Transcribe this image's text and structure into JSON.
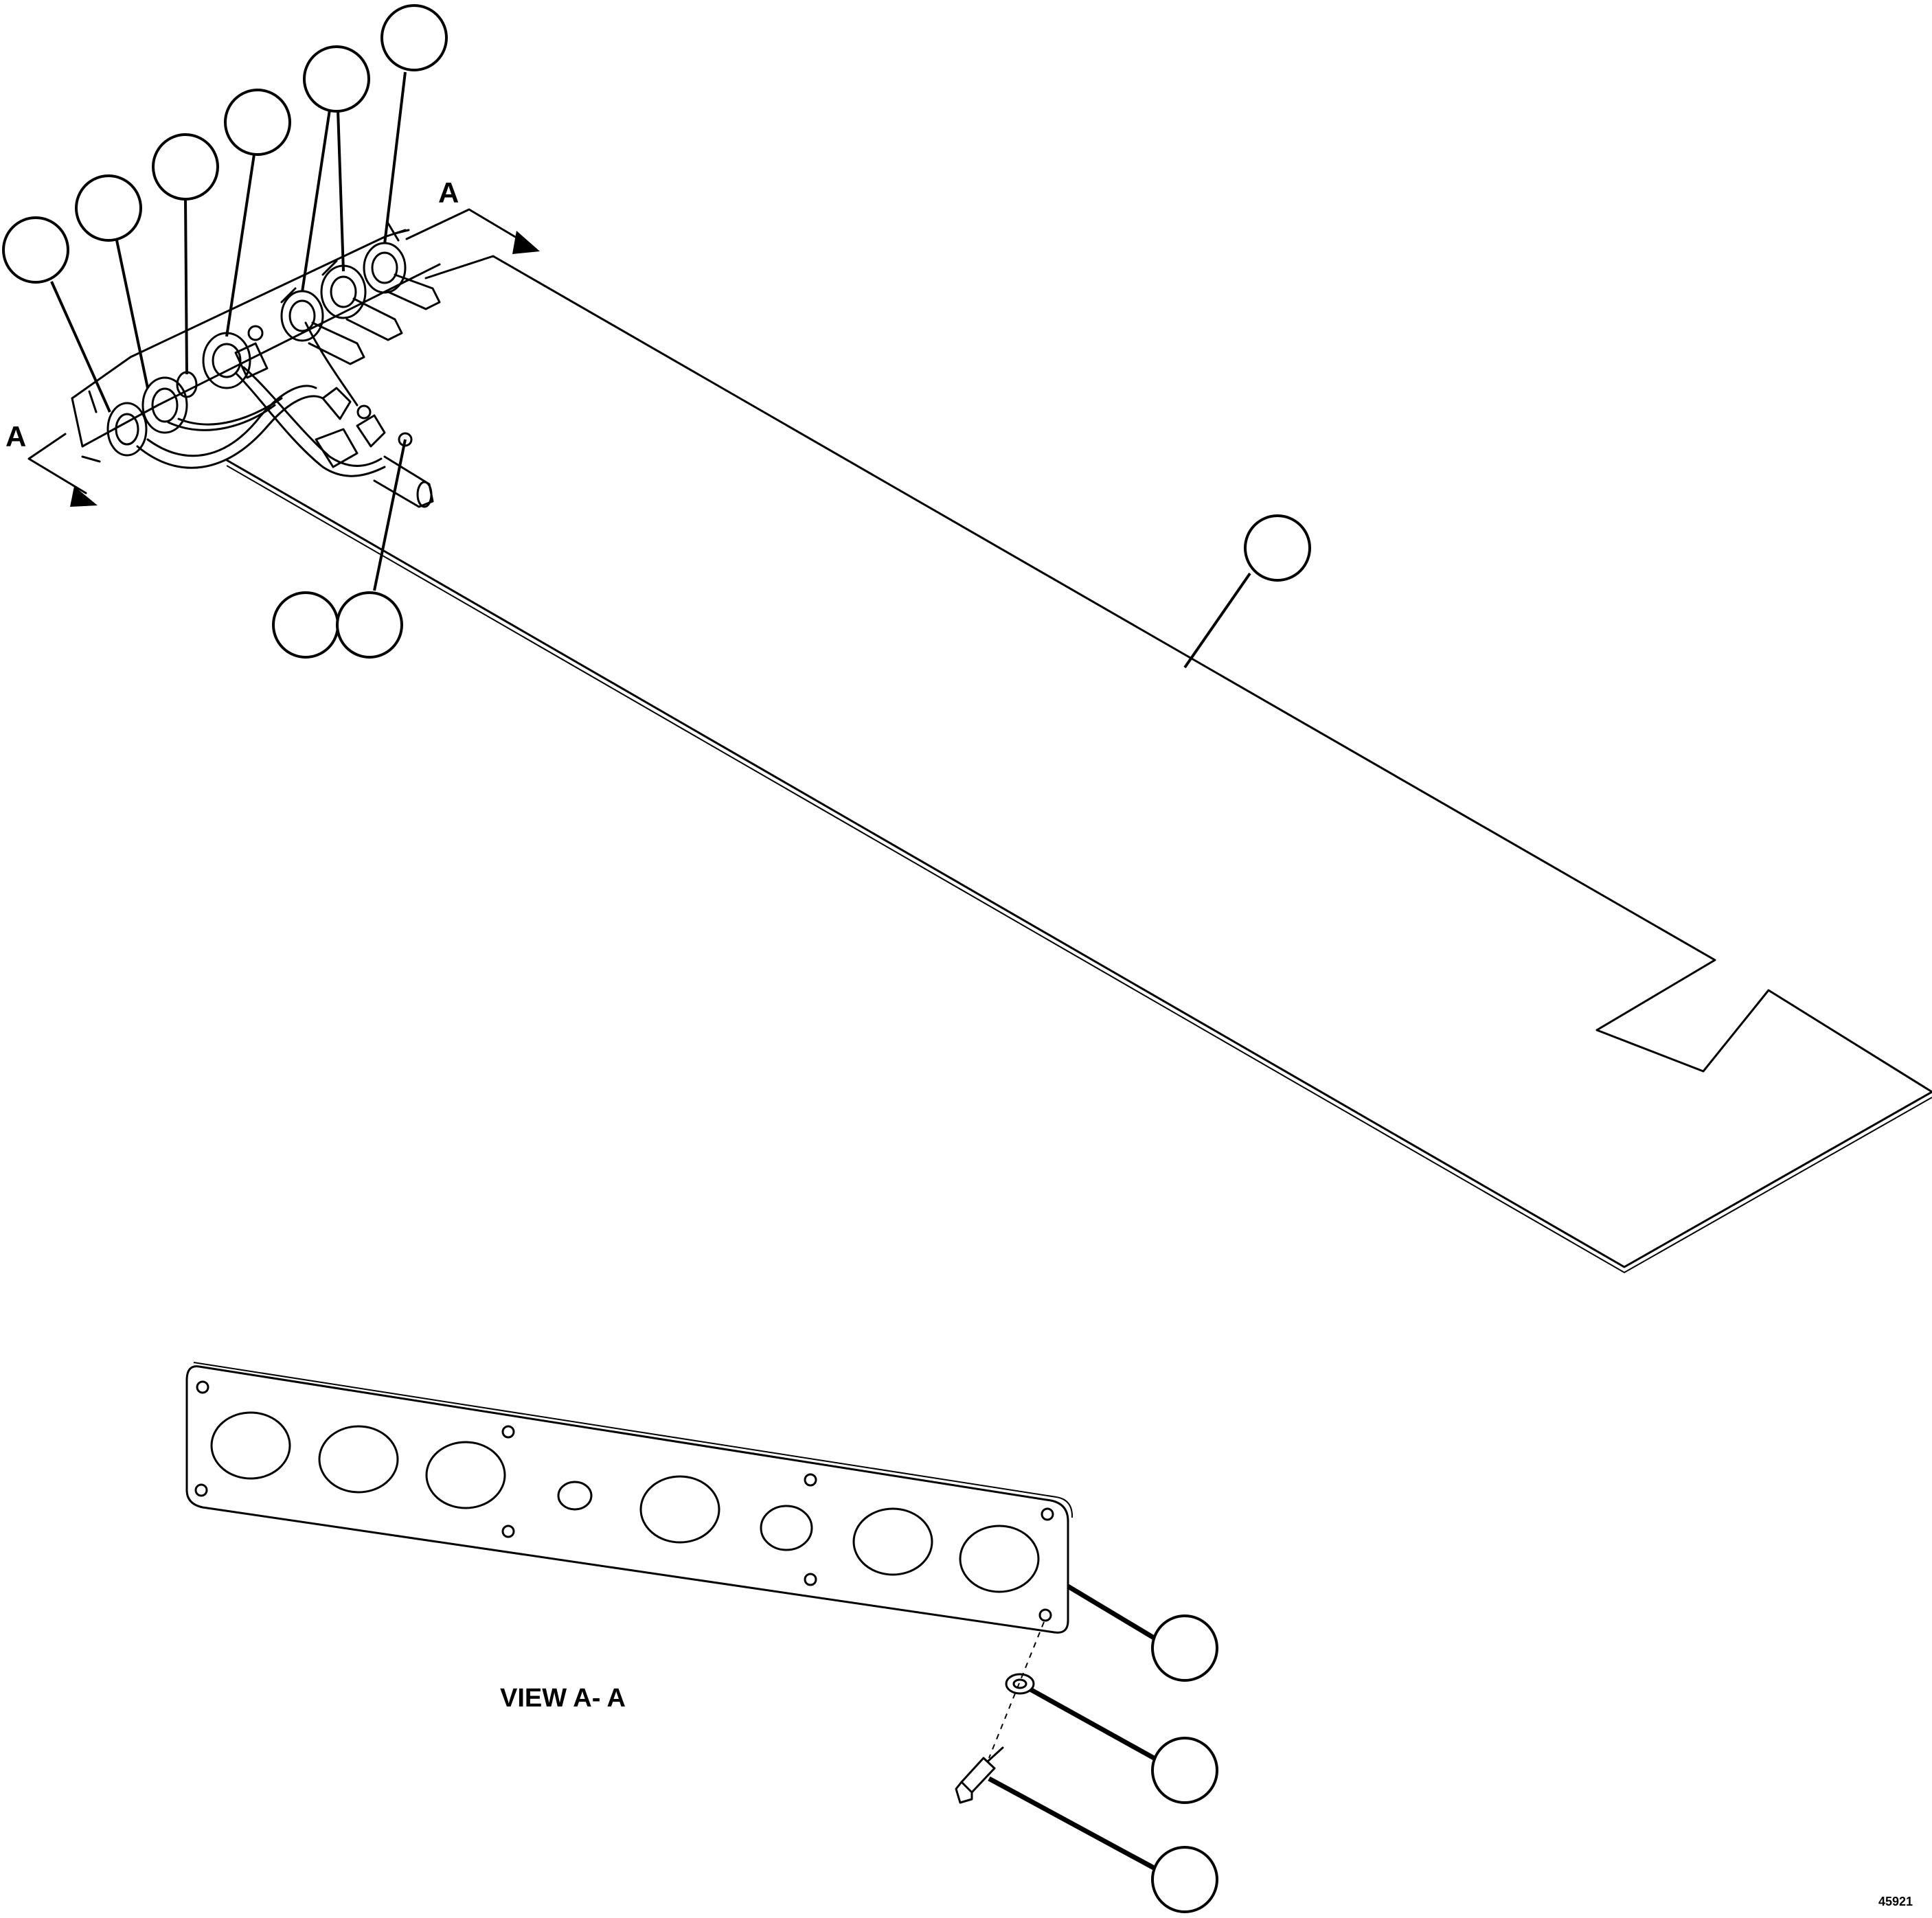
{
  "section_marker": "A",
  "view_label": "VIEW A- A",
  "figure_number": "45921",
  "colors": {
    "line": "#000000",
    "background": "#ffffff"
  }
}
